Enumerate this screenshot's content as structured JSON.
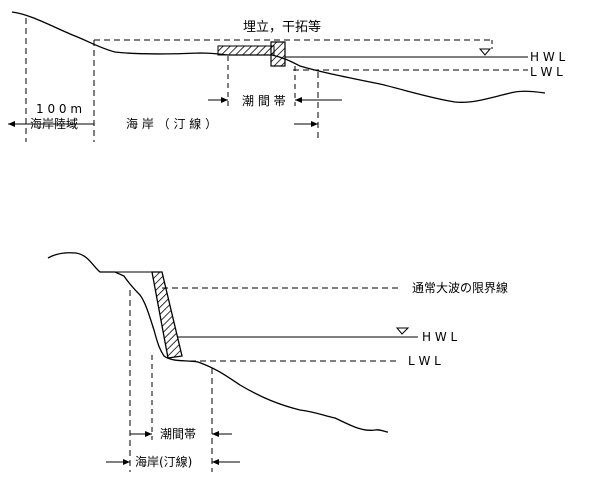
{
  "top": {
    "reclamation_label": "埋立，干拓等",
    "hwl_label": "H W L",
    "lwl_label": "L W L",
    "intertidal_label": "潮 間 帯",
    "distance_label": "1 0 0 m",
    "coastal_land_label": "海岸陸域",
    "coast_label": "海 岸 （ 汀 線 ）"
  },
  "bottom": {
    "storm_wave_label": "通常大波の限界線",
    "hwl_label": "H W L",
    "lwl_label": "L W L",
    "intertidal_label": "潮間帯",
    "coast_label": "海岸(汀線)"
  }
}
